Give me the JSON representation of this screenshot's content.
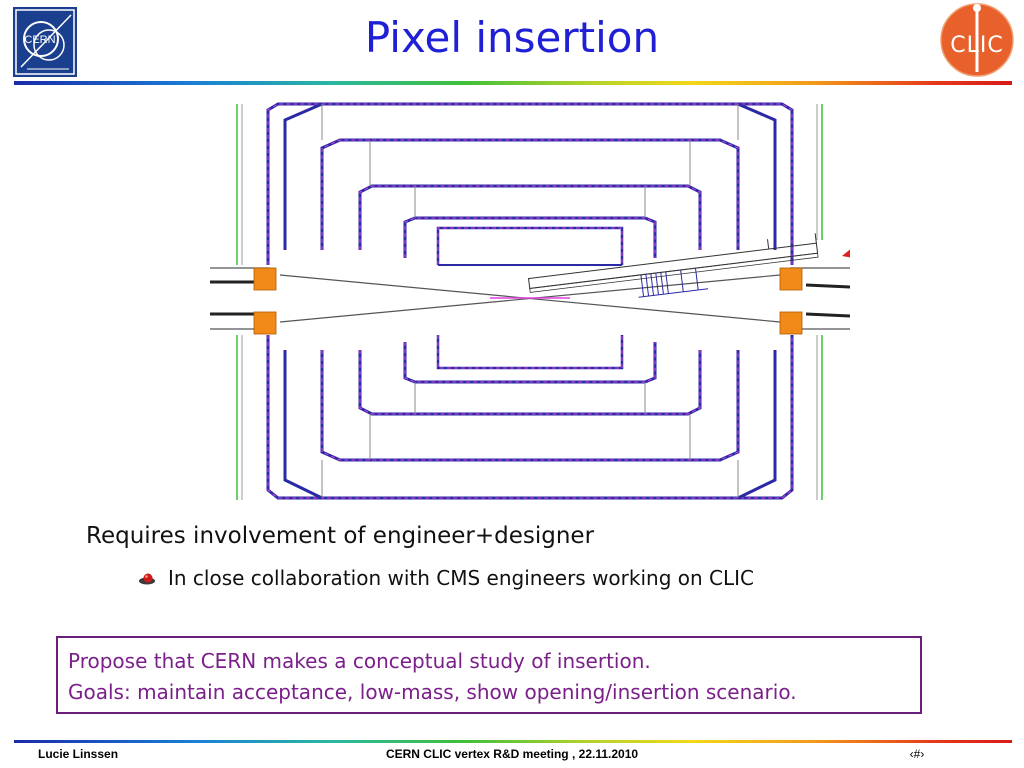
{
  "slide": {
    "title": "Pixel insertion",
    "cern_logo_text": "CERN",
    "clic_logo_text": "CLIC",
    "bullets": [
      {
        "text": "Requires involvement of engineer+designer",
        "level": 1
      },
      {
        "text": "In close collaboration with CMS engineers working on CLIC",
        "level": 2
      }
    ],
    "proposal": {
      "lines": [
        "Propose that CERN makes a conceptual study of insertion.",
        "Goals: maintain acceptance, low-mass, show opening/insertion scenario."
      ],
      "border_color": "#6b1f7d",
      "text_color": "#7b1f8a"
    },
    "footer": {
      "author": "Lucie Linssen",
      "meeting": "CERN CLIC vertex R&D meeting , 22.11.2010",
      "page": "‹#›"
    }
  },
  "colors": {
    "title": "#1f1fd6",
    "arrow": "#e02020",
    "flange": "#f28a1a",
    "layers_blue": "#2a2aa6",
    "layers_magenta": "#e040e0",
    "support_green": "#3cbf3c"
  }
}
